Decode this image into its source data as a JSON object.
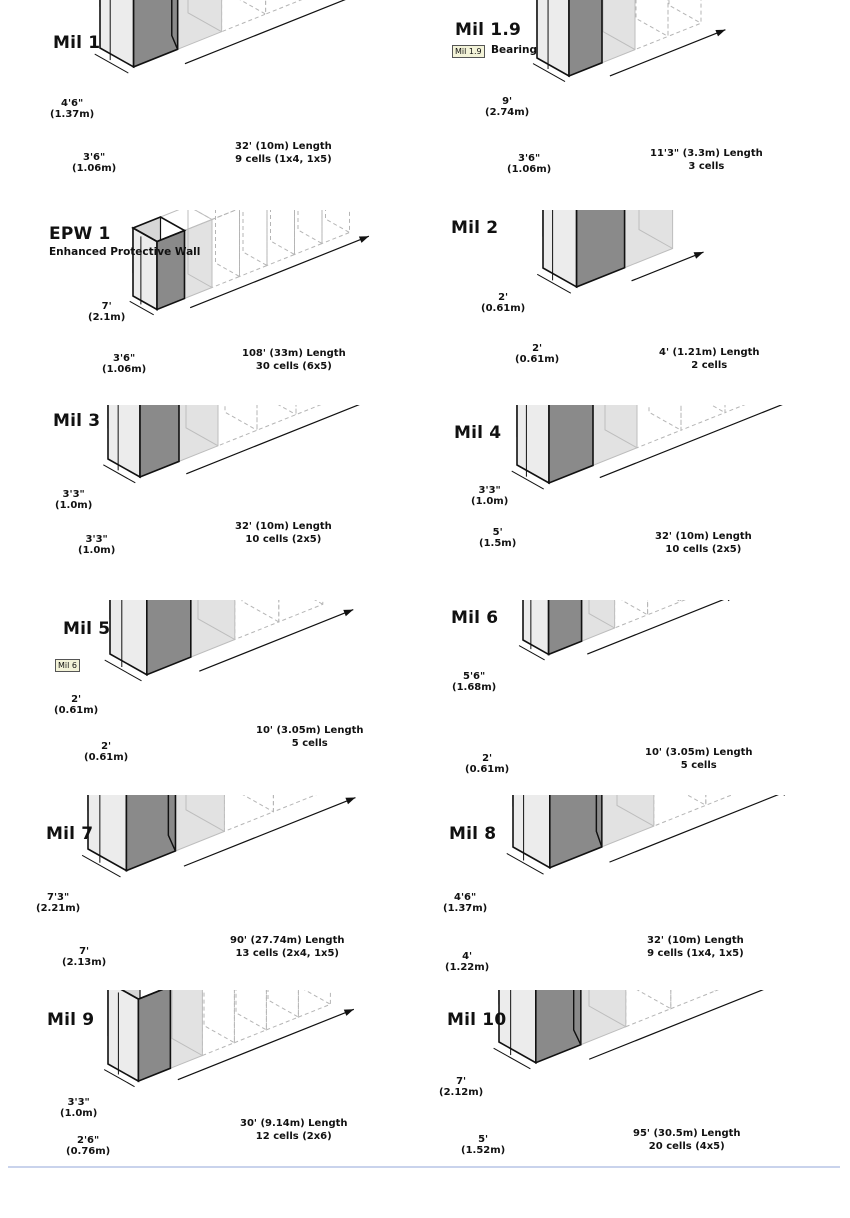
{
  "units": [
    {
      "title": "Mil 1",
      "subtitle": "",
      "tag": "",
      "height": "4'6\"",
      "height_m": "(1.37m)",
      "width": "3'6\"",
      "width_m": "(1.06m)",
      "length": "32' (10m) Length",
      "cells": "9 cells (1x4, 1x5)",
      "shape": "hex"
    },
    {
      "title": "Mil 1.9",
      "subtitle": "Bearing",
      "tag": "Mil 1.9",
      "height": "9'",
      "height_m": "(2.74m)",
      "width": "3'6\"",
      "width_m": "(1.06m)",
      "length": "11'3\" (3.3m) Length",
      "cells": "3 cells",
      "shape": "tall-divided"
    },
    {
      "title": "EPW 1",
      "subtitle": "Enhanced Protective Wall",
      "tag": "",
      "height": "7'",
      "height_m": "(2.1m)",
      "width": "3'6\"",
      "width_m": "(1.06m)",
      "length": "108' (33m) Length",
      "cells": "30 cells (6x5)",
      "shape": "tall"
    },
    {
      "title": "Mil 2",
      "subtitle": "",
      "tag": "",
      "height": "2'",
      "height_m": "(0.61m)",
      "width": "2'",
      "width_m": "(0.61m)",
      "length": "4' (1.21m) Length",
      "cells": "2 cells",
      "shape": "box"
    },
    {
      "title": "Mil 3",
      "subtitle": "",
      "tag": "",
      "height": "3'3\"",
      "height_m": "(1.0m)",
      "width": "3'3\"",
      "width_m": "(1.0m)",
      "length": "32' (10m) Length",
      "cells": "10 cells  (2x5)",
      "shape": "box"
    },
    {
      "title": "Mil 4",
      "subtitle": "",
      "tag": "",
      "height": "3'3\"",
      "height_m": "(1.0m)",
      "width": "5'",
      "width_m": "(1.5m)",
      "length": "32' (10m) Length",
      "cells": "10 cells (2x5)",
      "shape": "divided"
    },
    {
      "title": "Mil 5",
      "subtitle": "",
      "tag": "Mil 6",
      "height": "2'",
      "height_m": "(0.61m)",
      "width": "2'",
      "width_m": "(0.61m)",
      "length": "10' (3.05m) Length",
      "cells": "5 cells",
      "shape": "box"
    },
    {
      "title": "Mil 6",
      "subtitle": "",
      "tag": "",
      "height": "5'6\"",
      "height_m": "(1.68m)",
      "width": "2'",
      "width_m": "(0.61m)",
      "length": "10' (3.05m) Length",
      "cells": "5 cells",
      "shape": "tall"
    },
    {
      "title": "Mil 7",
      "subtitle": "",
      "tag": "",
      "height": "7'3\"",
      "height_m": "(2.21m)",
      "width": "7'",
      "width_m": "(2.13m)",
      "length": "90' (27.74m) Length",
      "cells": "13 cells (2x4, 1x5)",
      "shape": "hex"
    },
    {
      "title": "Mil 8",
      "subtitle": "",
      "tag": "",
      "height": "4'6\"",
      "height_m": "(1.37m)",
      "width": "4'",
      "width_m": "(1.22m)",
      "length": "32' (10m) Length",
      "cells": "9 cells (1x4, 1x5)",
      "shape": "hex"
    },
    {
      "title": "Mil 9",
      "subtitle": "",
      "tag": "",
      "height": "3'3\"",
      "height_m": "(1.0m)",
      "width": "2'6\"",
      "width_m": "(0.76m)",
      "length": "30' (9.14m) Length",
      "cells": "12 cells (2x6)",
      "shape": "box"
    },
    {
      "title": "Mil 10",
      "subtitle": "",
      "tag": "",
      "height": "7'",
      "height_m": "(2.12m)",
      "width": "5'",
      "width_m": "(1.52m)",
      "length": "95' (30.5m) Length",
      "cells": "20 cells (4x5)",
      "shape": "hex"
    }
  ],
  "colors": {
    "front": "#ececec",
    "side": "#8a8a8a",
    "inner": "#d6d6d6",
    "ghost": "#bdbdbd",
    "ghost_fill": "#e2e2e2",
    "ink": "#111111"
  }
}
